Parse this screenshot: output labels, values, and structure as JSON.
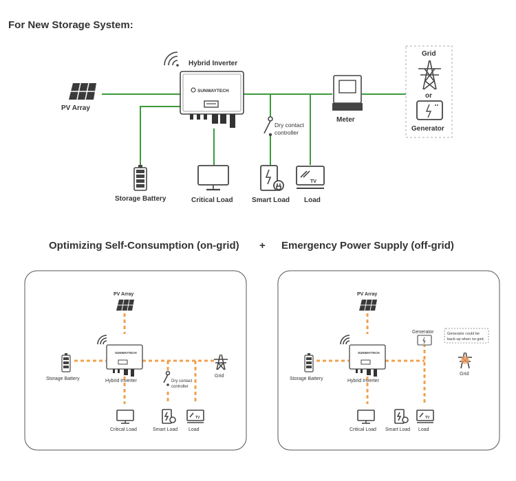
{
  "header": {
    "title": "For New Storage System:"
  },
  "top_diagram": {
    "hybrid_inverter": "Hybrid Inverter",
    "brand": "SUNWAYTECH",
    "pv_array": "PV Array",
    "storage_battery": "Storage Battery",
    "critical_load": "Critical Load",
    "dry_contact_line1": "Dry contact",
    "dry_contact_line2": "controller",
    "smart_load": "Smart Load",
    "load": "Load",
    "tv_label": "TV",
    "meter": "Meter",
    "grid": "Grid",
    "or": "or",
    "generator": "Generator"
  },
  "modes": {
    "on_grid_title": "Optimizing Self-Consumption (on-grid)",
    "plus": "+",
    "off_grid_title": "Emergency Power Supply (off-grid)"
  },
  "panel_left": {
    "pv_array": "PV Array",
    "storage_battery": "Storage Battery",
    "hybrid_inverter": "Hybrid Inverter",
    "dry_contact_line1": "Dry contact",
    "dry_contact_line2": "controller",
    "grid": "Grid",
    "critical_load": "Critical Load",
    "smart_load": "Smart Load",
    "load": "Load"
  },
  "panel_right": {
    "pv_array": "PV Array",
    "generator": "Generator",
    "note_line1": "Generator could be",
    "note_line2": "back-up when no grid.",
    "storage_battery": "Storage Battery",
    "hybrid_inverter": "Hybrid Inverter",
    "grid": "Grid",
    "critical_load": "Critical Load",
    "smart_load": "Smart Load",
    "load": "Load"
  },
  "colors": {
    "line_green": "#3a9a3a",
    "flow_orange": "#f0a050",
    "panel_border": "#555555"
  }
}
